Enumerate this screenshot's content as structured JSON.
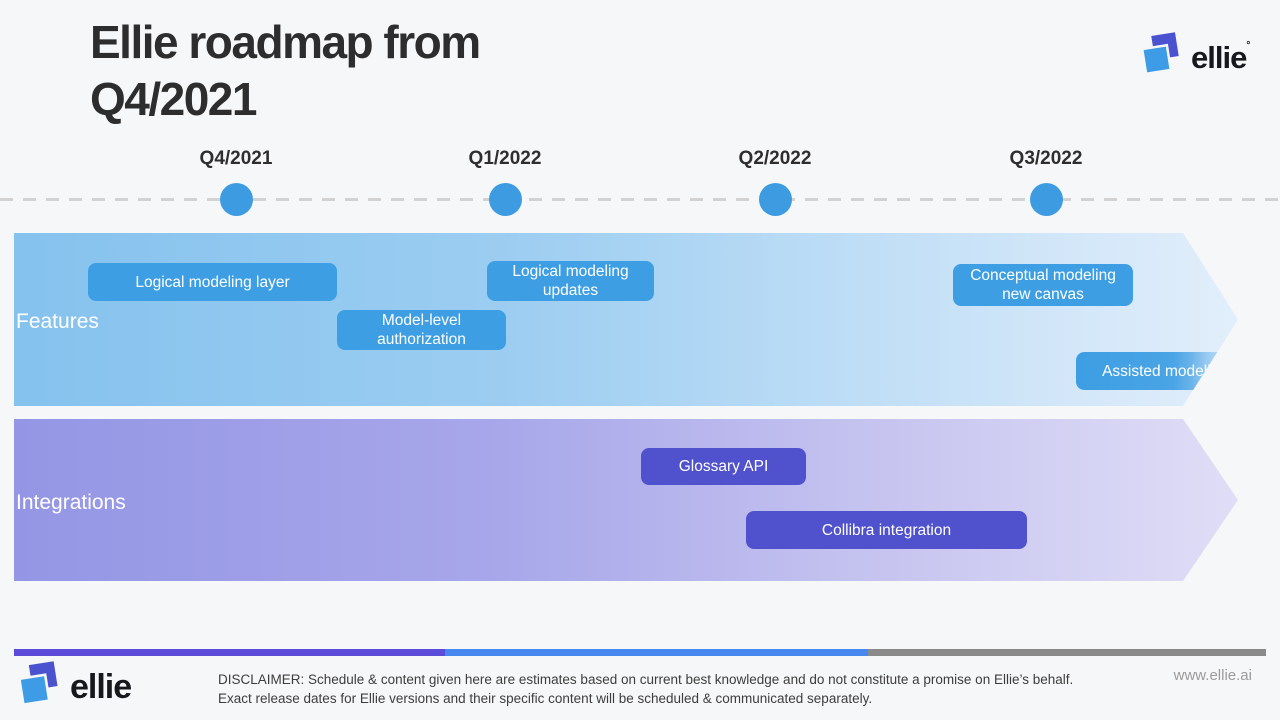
{
  "header": {
    "title_line1": "Ellie roadmap from",
    "title_line2": "Q4/2021",
    "brand": "ellie",
    "brand_mark": "°"
  },
  "timeline": {
    "labels": [
      "Q4/2021",
      "Q1/2022",
      "Q2/2022",
      "Q3/2022"
    ]
  },
  "lanes": [
    {
      "name": "Features",
      "items": [
        {
          "label": "Logical modeling layer"
        },
        {
          "label": "Model-level authorization"
        },
        {
          "label": "Logical modeling updates"
        },
        {
          "label": "Conceptual modeling new canvas"
        },
        {
          "label": "Assisted modeling"
        }
      ]
    },
    {
      "name": "Integrations",
      "items": [
        {
          "label": "Glossary API"
        },
        {
          "label": "Collibra integration"
        }
      ]
    }
  ],
  "footer": {
    "disclaimer_line1": "DISCLAIMER: Schedule & content given here are estimates based on current best knowledge and do not constitute a promise on Ellie’s behalf.",
    "disclaimer_line2": "Exact release dates for Ellie versions and their specific content will be scheduled & communicated separately.",
    "website": "www.ellie.ai",
    "brand": "ellie"
  },
  "colors": {
    "feature_item": "#3d9ee3",
    "integration_item": "#4f51cd",
    "timeline_dot": "#3d9be2",
    "bar_purple": "#5a4bd9",
    "bar_blue": "#4787f0",
    "bar_gray": "#8a8a8a",
    "logo_purple": "#4a52cf",
    "logo_blue": "#3e9be6"
  }
}
